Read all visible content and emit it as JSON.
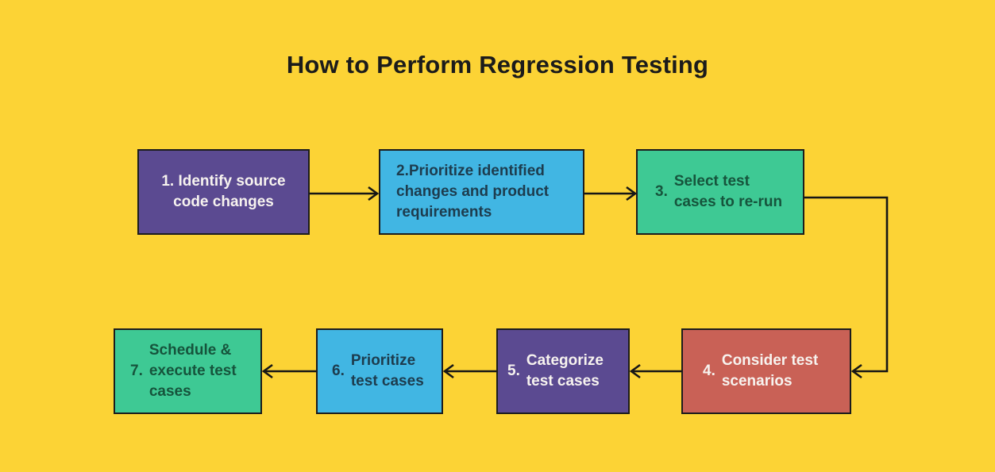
{
  "title": "How to Perform Regression Testing",
  "colors": {
    "background": "#fcd335",
    "title": "#1b1b1b",
    "arrow": "#161616",
    "box_border": "#1c1c1c"
  },
  "steps": [
    {
      "prefix": "",
      "text": "1. Identify source\ncode changes",
      "fill": "#5b4a91",
      "text_color": "#f7f3ef"
    },
    {
      "prefix": "",
      "text": "2.Prioritize identified\nchanges and product\nrequirements",
      "fill": "#41b6e3",
      "text_color": "#1d3c4e"
    },
    {
      "prefix": "3.",
      "text": "Select test\ncases to re-run",
      "fill": "#3ec994",
      "text_color": "#16543c"
    },
    {
      "prefix": "4.",
      "text": "Consider test\nscenarios",
      "fill": "#c96156",
      "text_color": "#f7f3ef"
    },
    {
      "prefix": "5.",
      "text": "Categorize\ntest cases",
      "fill": "#5b4a91",
      "text_color": "#f7f3ef"
    },
    {
      "prefix": "6.",
      "text": "Prioritize\ntest cases",
      "fill": "#41b6e3",
      "text_color": "#1d3c4e"
    },
    {
      "prefix": "7.",
      "text": "Schedule &\nexecute test\ncases",
      "fill": "#3ec994",
      "text_color": "#16543c"
    }
  ]
}
